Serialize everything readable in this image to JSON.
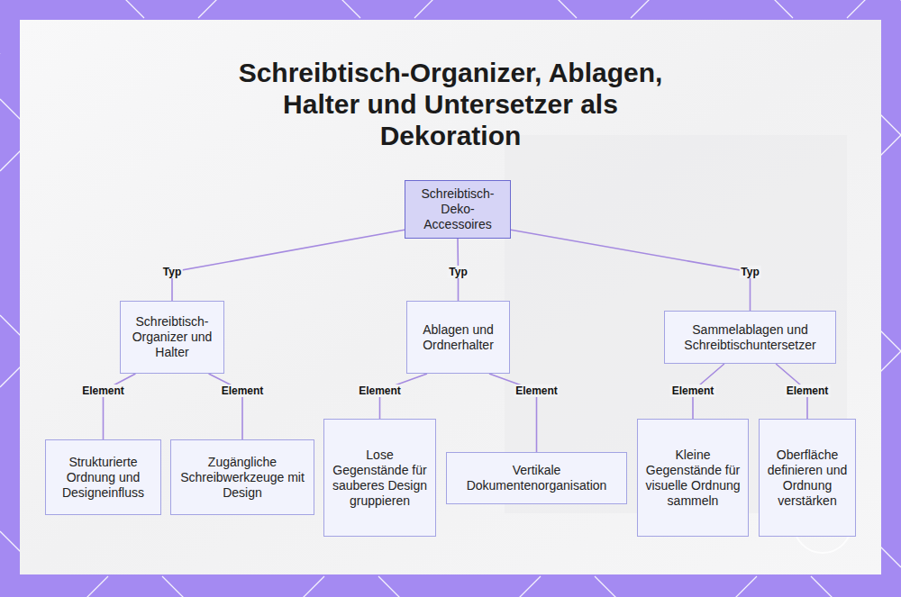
{
  "diagram": {
    "title": "Schreibtisch-Organizer, Ablagen, Halter und Untersetzer als Dekoration",
    "nodes": [
      {
        "text": [
          "Schreibtisch-Deko-Accessoires"
        ]
      },
      {
        "text": [
          "Schreibtisch-Organizer und Halter"
        ]
      },
      {
        "text": [
          "Ablagen und Ordnerhalter"
        ]
      },
      {
        "text": [
          "Sammelablagen und Schreibtischuntersetzer"
        ]
      },
      {
        "text": [
          "Strukturierte Ordnung und Designeinfluss"
        ]
      },
      {
        "text": [
          "Zugängliche Schreibwerkzeuge mit Design"
        ]
      },
      {
        "text": [
          "Lose Gegenstände für sauberes Design gruppieren"
        ]
      },
      {
        "text": [
          "Vertikale Dokumentenorganisation"
        ]
      },
      {
        "text": [
          "Kleine Gegenstände für visuelle Ordnung sammeln"
        ]
      },
      {
        "text": [
          "Oberfläche definieren und Ordnung verstärken"
        ]
      }
    ],
    "edges": [
      {
        "from": 0,
        "to": 1,
        "label": "Typ",
        "arrow": "none"
      },
      {
        "from": 0,
        "to": 2,
        "label": "Typ",
        "arrow": "none"
      },
      {
        "from": 0,
        "to": 3,
        "label": "Typ",
        "arrow": "none"
      },
      {
        "from": 1,
        "to": 4,
        "label": "Element",
        "arrow": "none"
      },
      {
        "from": 1,
        "to": 5,
        "label": "Element",
        "arrow": "none"
      },
      {
        "from": 2,
        "to": 6,
        "label": "Element",
        "arrow": "none"
      },
      {
        "from": 2,
        "to": 7,
        "label": "Element",
        "arrow": "none"
      },
      {
        "from": 3,
        "to": 8,
        "label": "Element",
        "arrow": "none"
      },
      {
        "from": 3,
        "to": 9,
        "label": "Element",
        "arrow": "none"
      }
    ]
  }
}
